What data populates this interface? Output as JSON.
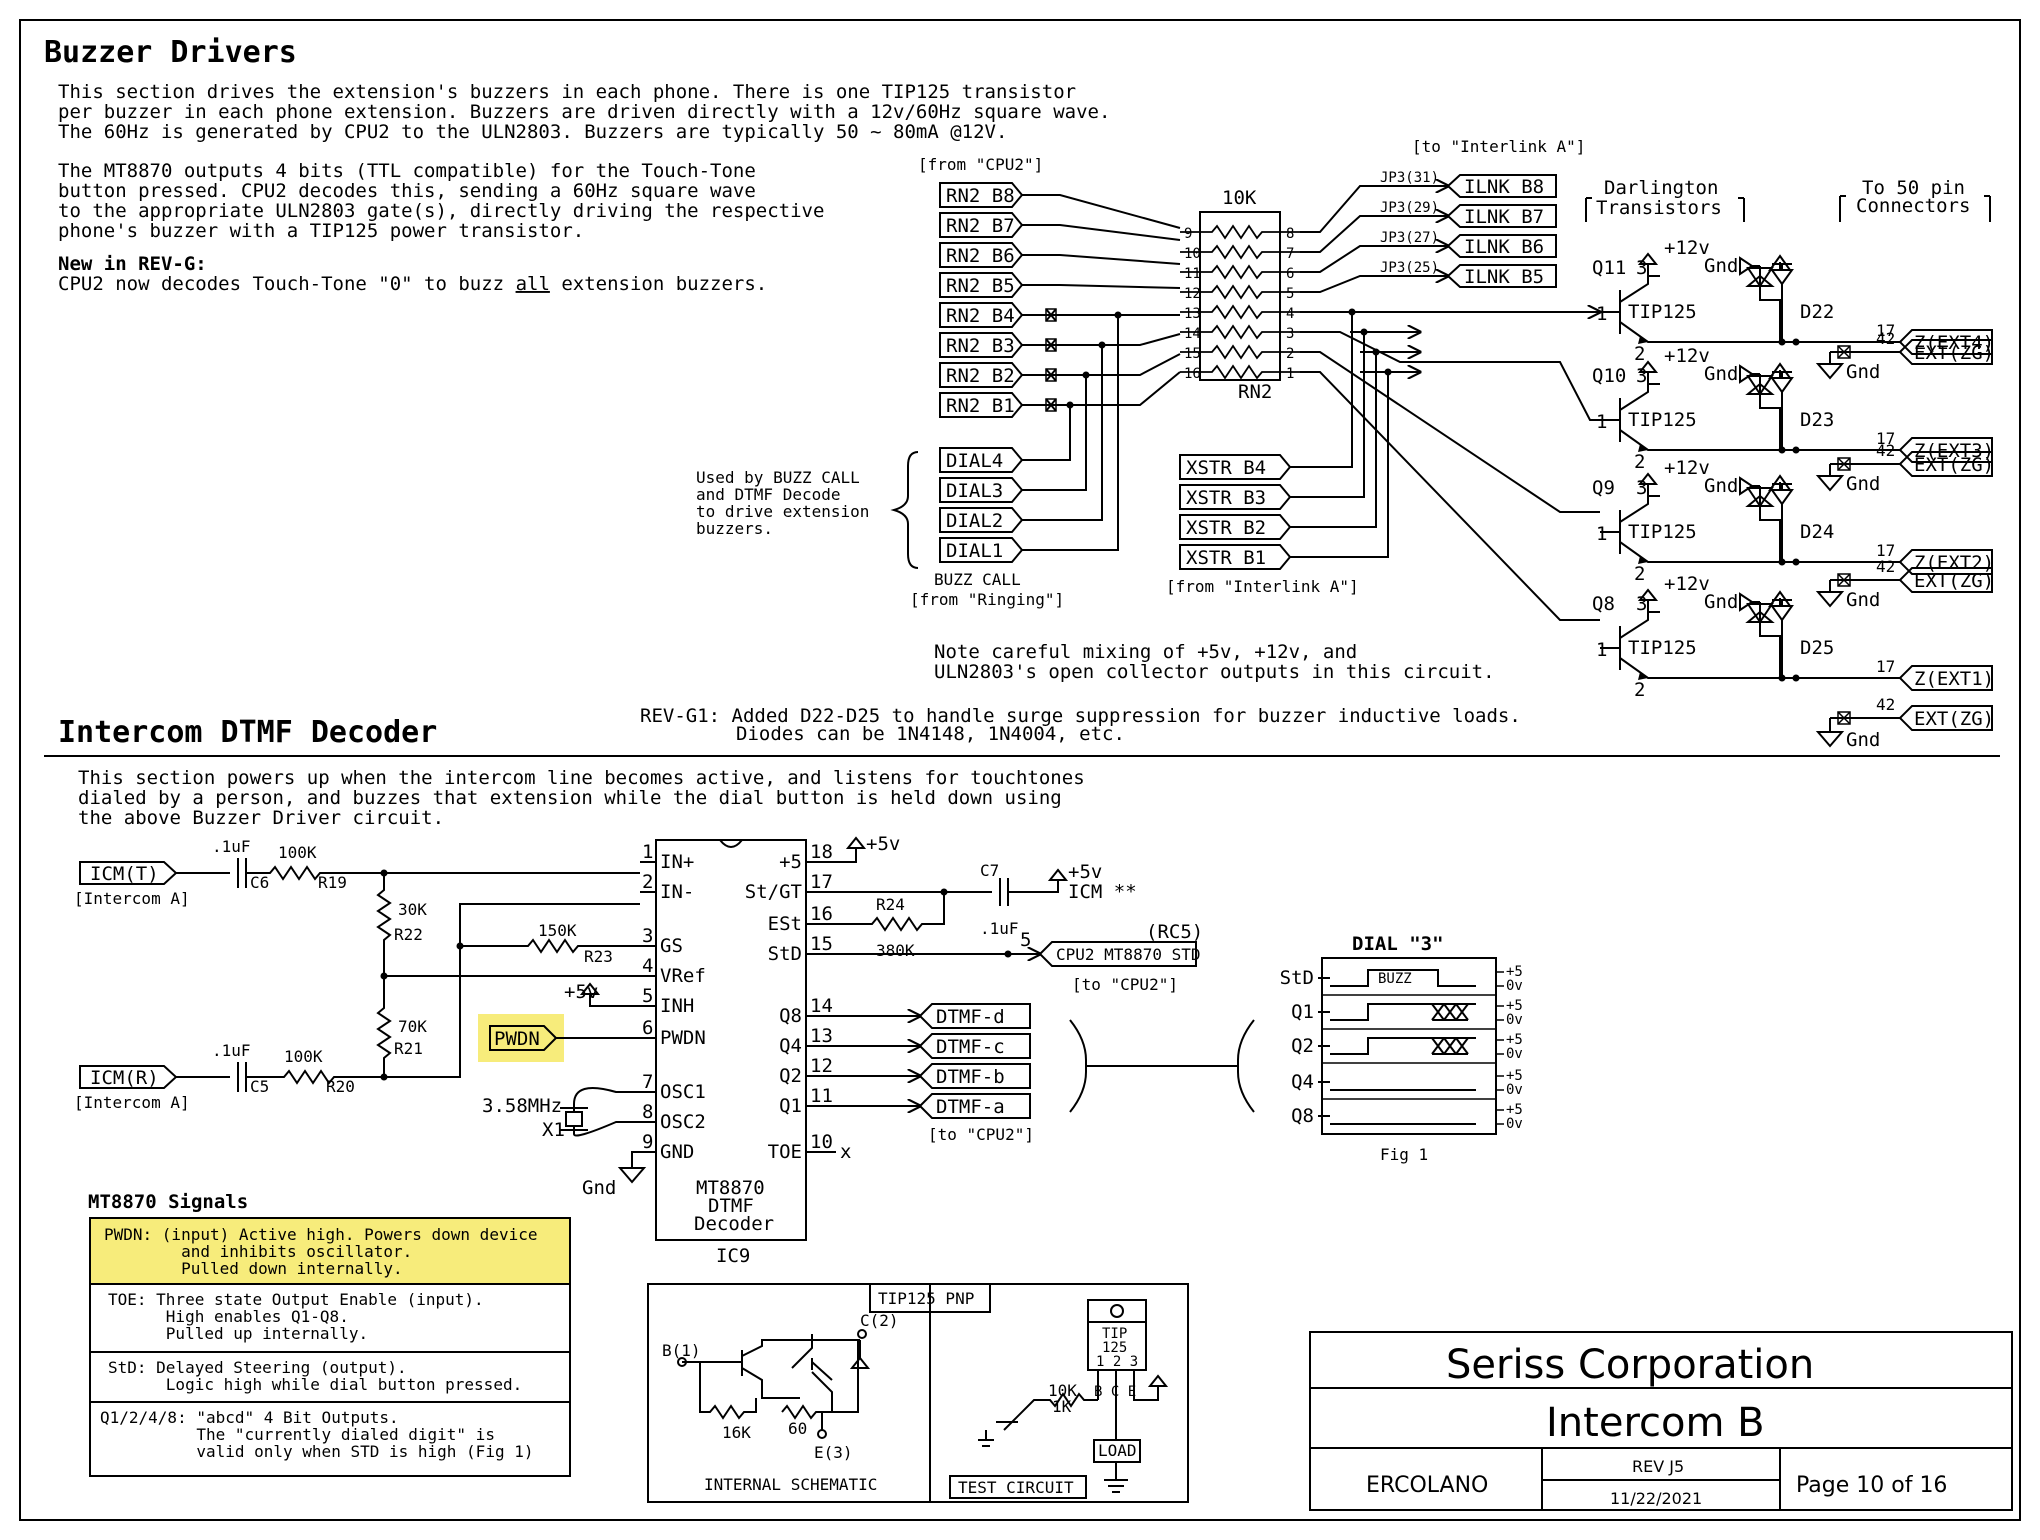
{
  "buzzer": {
    "title": "Buzzer Drivers",
    "desc": [
      "This section drives the extension's buzzers in each phone. There is one TIP125 transistor",
      "per buzzer in each phone extension. Buzzers are driven directly with a 12v/60Hz square wave.",
      "The 60Hz is generated by CPU2 to the ULN2803. Buzzers are typically 50 ~ 80mA @12V.",
      "",
      "The MT8870 outputs 4 bits (TTL compatible) for the Touch-Tone",
      "button pressed. CPU2 decodes this, sending a 60Hz square wave",
      "to the appropriate ULN2803 gate(s), directly driving the respective",
      "phone's buzzer with a TIP125 power transistor."
    ],
    "new_rev_label": "New in REV-G:",
    "new_rev_pre": "CPU2 now decodes Touch-Tone \"0\" to buzz ",
    "new_rev_all": "all",
    "new_rev_post": " extension buzzers."
  },
  "rn2": {
    "from_label": "[from \"CPU2\"]",
    "inputs": [
      "RN2 B8",
      "RN2 B7",
      "RN2 B6",
      "RN2 B5",
      "RN2 B4",
      "RN2 B3",
      "RN2 B2",
      "RN2 B1"
    ],
    "left_pins": [
      "9",
      "10",
      "11",
      "12",
      "13",
      "14",
      "15",
      "16"
    ],
    "right_pins": [
      "8",
      "7",
      "6",
      "5",
      "4",
      "3",
      "2",
      "1"
    ],
    "value": "10K",
    "ref": "RN2"
  },
  "ilnk": {
    "to_label": "[to \"Interlink A\"]",
    "jp": [
      "JP3(31)",
      "JP3(29)",
      "JP3(27)",
      "JP3(25)"
    ],
    "outputs": [
      "ILNK B8",
      "ILNK B7",
      "ILNK B6",
      "ILNK B5"
    ]
  },
  "dial": {
    "inputs": [
      "DIAL4",
      "DIAL3",
      "DIAL2",
      "DIAL1"
    ],
    "note": [
      "Used by BUZZ CALL",
      "and DTMF Decode",
      "to drive extension",
      "buzzers."
    ],
    "from1": "BUZZ CALL",
    "from2": "[from \"Ringing\"]"
  },
  "xstr": {
    "inputs": [
      "XSTR B4",
      "XSTR B3",
      "XSTR B2",
      "XSTR B1"
    ],
    "from_label": "[from \"Interlink A\"]"
  },
  "darlington": {
    "header1": "Darlington",
    "header2": "Transistors",
    "conn1": "To 50 pin",
    "conn2": "Connectors",
    "part": "TIP125",
    "v12": "+12v",
    "gnd": "Gnd",
    "pin1": "1",
    "pin2": "2",
    "pin3": "3",
    "pin17": "17",
    "pin42": "42",
    "ext_zg": "EXT(ZG)",
    "stages": [
      {
        "q": "Q11",
        "d": "D22",
        "ext": "Z(EXT4)"
      },
      {
        "q": "Q10",
        "d": "D23",
        "ext": "Z(EXT3)"
      },
      {
        "q": "Q9",
        "d": "D24",
        "ext": "Z(EXT2)"
      },
      {
        "q": "Q8",
        "d": "D25",
        "ext": "Z(EXT1)"
      }
    ]
  },
  "notes": {
    "careful1": "Note careful mixing of +5v, +12v, and",
    "careful2": "ULN2803's open collector outputs in this circuit.",
    "rev1": "REV-G1: Added D22-D25 to handle surge suppression for buzzer inductive loads.",
    "rev2": "Diodes can be 1N4148, 1N4004, etc."
  },
  "intercom": {
    "title": "Intercom DTMF Decoder",
    "desc": [
      "This section powers up when the intercom line becomes active, and listens for touchtones",
      "dialed by a person, and buzzes that extension while the dial button is held down using",
      "the above Buzzer Driver circuit."
    ],
    "icm_t": "ICM(T)",
    "icm_r": "ICM(R)",
    "intercom_a": "[Intercom A]",
    "cap_val": ".1uF",
    "c6": "C6",
    "c5": "C5",
    "r100k": "100K",
    "r19": "R19",
    "r20": "R20",
    "r30k": "30K",
    "r22": "R22",
    "r70k": "70K",
    "r21": "R21",
    "r150k": "150K",
    "r23": "R23",
    "r380k": "380K",
    "r24": "R24",
    "c7": "C7",
    "c7_val": ".1uF",
    "v5": "+5v",
    "icm_star": "ICM **",
    "pwdn": "PWDN",
    "crystal": "3.58MHz",
    "x1": "X1",
    "gnd": "Gnd",
    "nc": "x",
    "pin5_num": "5",
    "cpu2_std": "CPU2 MT8870 STD",
    "rc5": "(RC5)",
    "to_cpu2": "[to \"CPU2\"]",
    "dtmf_outputs": [
      "DTMF-d",
      "DTMF-c",
      "DTMF-b",
      "DTMF-a"
    ],
    "ic_left_pins": [
      {
        "num": "1",
        "name": "IN+"
      },
      {
        "num": "2",
        "name": "IN-"
      },
      {
        "num": "3",
        "name": "GS"
      },
      {
        "num": "4",
        "name": "VRef"
      },
      {
        "num": "5",
        "name": "INH"
      },
      {
        "num": "6",
        "name": "PWDN"
      },
      {
        "num": "7",
        "name": "OSC1"
      },
      {
        "num": "8",
        "name": "OSC2"
      },
      {
        "num": "9",
        "name": "GND"
      }
    ],
    "ic_right_pins": [
      {
        "num": "18",
        "name": "+5"
      },
      {
        "num": "17",
        "name": "St/GT"
      },
      {
        "num": "16",
        "name": "ESt"
      },
      {
        "num": "15",
        "name": "StD"
      },
      {
        "num": "14",
        "name": "Q8"
      },
      {
        "num": "13",
        "name": "Q4"
      },
      {
        "num": "12",
        "name": "Q2"
      },
      {
        "num": "11",
        "name": "Q1"
      },
      {
        "num": "10",
        "name": "TOE"
      }
    ],
    "ic_name": [
      "MT8870",
      "DTMF",
      "Decoder"
    ],
    "ic_ref": "IC9"
  },
  "timing": {
    "title": "DIAL \"3\"",
    "rows": [
      "StD",
      "Q1",
      "Q2",
      "Q4",
      "Q8"
    ],
    "buzz": "BUZZ",
    "hi": "+5",
    "lo": "0v",
    "fig": "Fig 1"
  },
  "signals": {
    "title": "MT8870 Signals",
    "highlight": "#f7ec7b",
    "rows": [
      [
        "PWDN: (input) Active high. Powers down device",
        "        and inhibits oscillator.",
        "        Pulled down internally."
      ],
      [
        "TOE: Three state Output Enable (input).",
        "      High enables Q1-Q8.",
        "      Pulled up internally."
      ],
      [
        "StD: Delayed Steering (output).",
        "      Logic high while dial button pressed."
      ],
      [
        "Q1/2/4/8: \"abcd\" 4 Bit Outputs.",
        "          The \"currently dialed digit\" is",
        "          valid only when STD is high (Fig 1)"
      ]
    ]
  },
  "tip125": {
    "title": "TIP125 PNP",
    "b": "B(1)",
    "c": "C(2)",
    "e": "E(3)",
    "r1": "16K",
    "r2": "60",
    "internal": "INTERNAL SCHEMATIC",
    "test": "TEST CIRCUIT",
    "pkg1": "TIP",
    "pkg2": "125",
    "pins": "1 2 3",
    "bce": "B C E",
    "r10k": "10K",
    "r1k": "1K",
    "load": "LOAD"
  },
  "title_block": {
    "company": "Seriss Corporation",
    "project": "Intercom B",
    "author": "ERCOLANO",
    "rev": "REV J5",
    "date": "11/22/2021",
    "page": "Page 10 of 16"
  }
}
